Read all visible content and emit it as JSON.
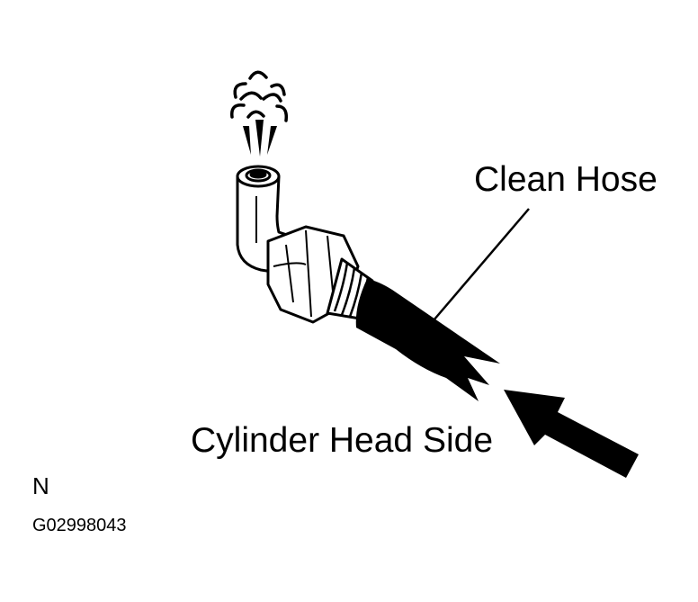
{
  "labels": {
    "clean_hose": "Clean Hose",
    "cylinder_head_side": "Cylinder Head Side",
    "view_marker": "N",
    "figure_code": "G02998043"
  },
  "colors": {
    "ink": "#000000",
    "paper": "#ffffff"
  }
}
